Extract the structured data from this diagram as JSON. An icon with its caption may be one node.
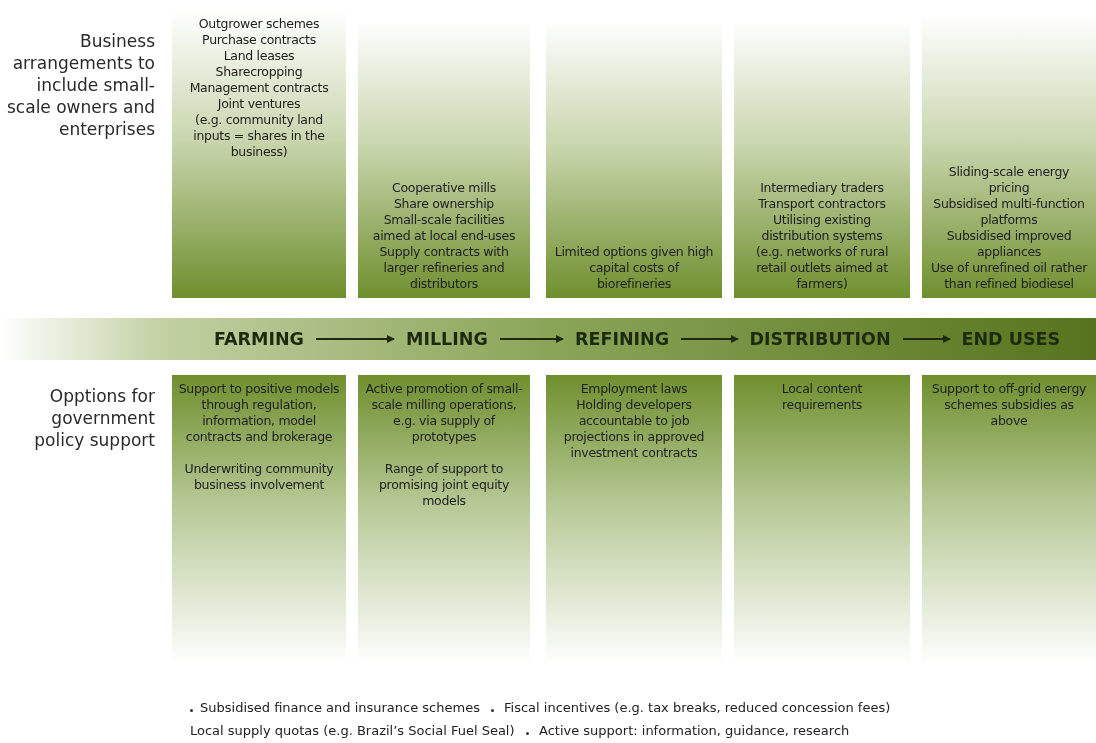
{
  "diagram": {
    "nodes": [
      {
        "text": [
          "Outgrower schemes",
          "Purchase contracts",
          "Land leases",
          "Sharecropping",
          "Management contracts",
          "Joint ventures",
          "(e.g. community land inputs = shares in the business)"
        ]
      },
      {
        "text": [
          "Cooperative mills",
          "Share ownership",
          "Small-scale facilities aimed at local end-uses",
          "Supply contracts with larger refineries and distributors"
        ]
      },
      {
        "text": [
          "Limited options given high capital costs of biorefineries"
        ]
      },
      {
        "text": [
          "Intermediary traders",
          "Transport contractors",
          "Utilising existing distribution systems",
          "(e.g. networks of rural retail outlets aimed at farmers)"
        ]
      },
      {
        "text": [
          "Sliding-scale energy pricing",
          "Subsidised multi-function platforms",
          "Subsidised improved appliances",
          "Use of unrefined oil rather than refined biodiesel"
        ]
      },
      {
        "text": [
          "FARMING"
        ]
      },
      {
        "text": [
          "MILLING"
        ]
      },
      {
        "text": [
          "REFINING"
        ]
      },
      {
        "text": [
          "DISTRIBUTION"
        ]
      },
      {
        "text": [
          "END USES"
        ]
      },
      {
        "text": [
          "Support to positive models through regulation, information, model contracts and brokerage",
          "Underwriting community business involvement"
        ]
      },
      {
        "text": [
          "Active promotion of small-scale milling operations, e.g. via supply of prototypes",
          "Range of support to promising joint equity models"
        ]
      },
      {
        "text": [
          "Employment laws",
          "Holding developers accountable to job projections in approved investment contracts"
        ]
      },
      {
        "text": [
          "Local content requirements"
        ]
      },
      {
        "text": [
          "Support to off-grid energy schemes subsidies as above"
        ]
      }
    ],
    "edges": [
      {
        "from": 5,
        "to": 6,
        "arrow": "to"
      },
      {
        "from": 6,
        "to": 7,
        "arrow": "to"
      },
      {
        "from": 7,
        "to": 8,
        "arrow": "to"
      },
      {
        "from": 8,
        "to": 9,
        "arrow": "to"
      }
    ],
    "labels": [
      "Business arrangements to include small-scale owners and enterprises",
      "Opptions for government policy support",
      "Subsidised finance and insurance schemes",
      "Fiscal incentives (e.g. tax breaks, reduced concession fees)",
      "Local supply quotas (e.g. Brazil’s Social Fuel Seal)",
      "Active support: information, guidance, research"
    ]
  }
}
